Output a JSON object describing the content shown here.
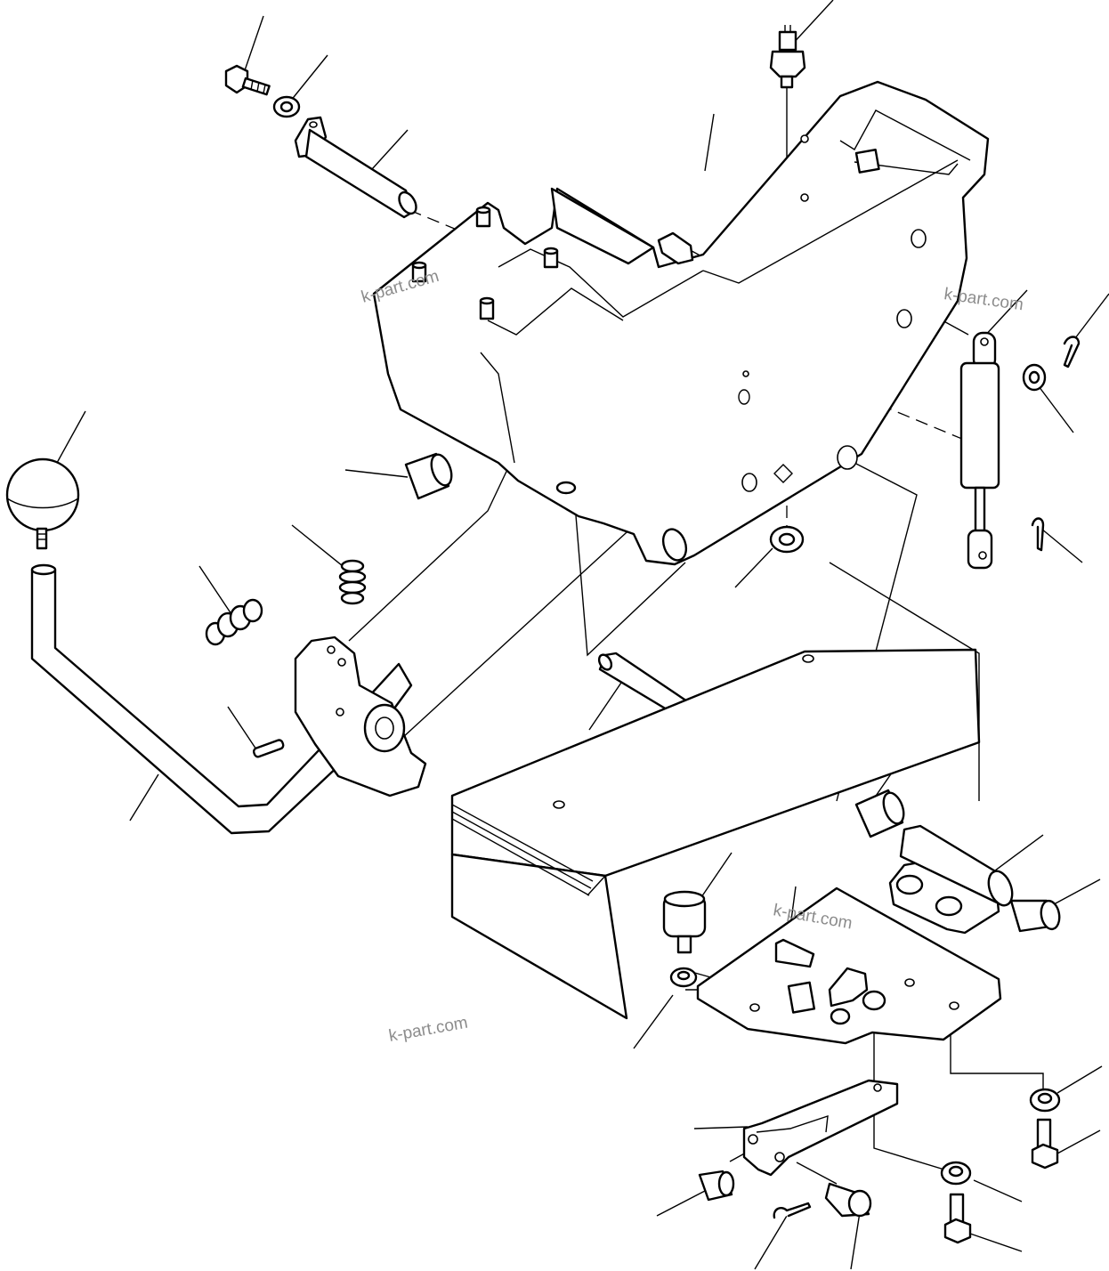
{
  "colors": {
    "line": "#000000",
    "background": "#ffffff",
    "watermark": "#8c8c8c"
  },
  "watermarks": [
    "k-part.com",
    "k-part.com",
    "k-part.com",
    "k-part.com"
  ]
}
